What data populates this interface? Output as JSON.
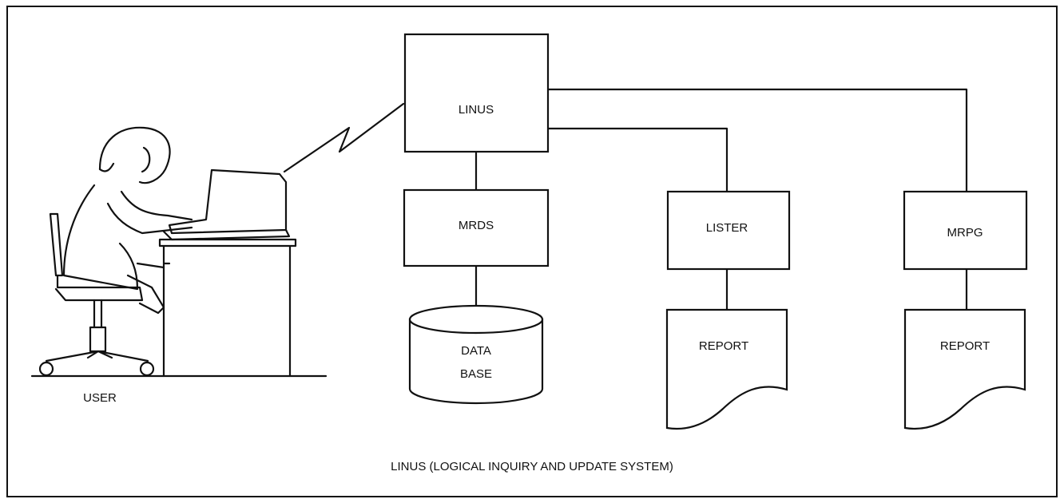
{
  "diagram": {
    "nodes": {
      "linus": "LINUS",
      "mrds": "MRDS",
      "lister": "LISTER",
      "mrpg": "MRPG",
      "database_line1": "DATA",
      "database_line2": "BASE",
      "report_lister": "REPORT",
      "report_mrpg": "REPORT",
      "user": "USER"
    },
    "caption": "LINUS (LOGICAL INQUIRY AND UPDATE SYSTEM)",
    "edges": [
      {
        "from": "user-terminal",
        "to": "LINUS",
        "type": "communication-link"
      },
      {
        "from": "LINUS",
        "to": "MRDS"
      },
      {
        "from": "LINUS",
        "to": "LISTER"
      },
      {
        "from": "LINUS",
        "to": "MRPG"
      },
      {
        "from": "MRDS",
        "to": "DATA BASE"
      },
      {
        "from": "LISTER",
        "to": "REPORT"
      },
      {
        "from": "MRPG",
        "to": "REPORT"
      }
    ]
  }
}
